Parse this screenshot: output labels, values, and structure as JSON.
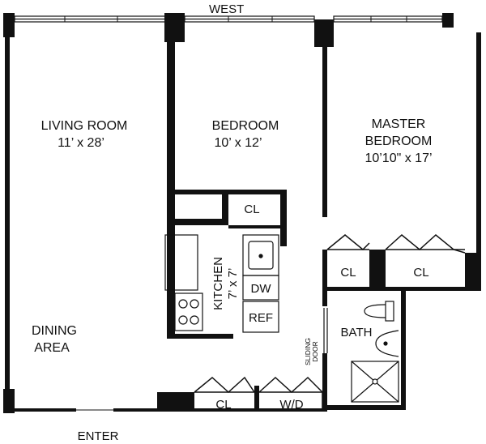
{
  "compass": {
    "west": "WEST"
  },
  "entrance": {
    "label": "ENTER"
  },
  "rooms": {
    "living_room": {
      "name": "LIVING ROOM",
      "size": "11’ x 28’"
    },
    "bedroom": {
      "name": "BEDROOM",
      "size": "10’ x 12’"
    },
    "master_bedroom": {
      "name_line1": "MASTER",
      "name_line2": "BEDROOM",
      "size": "10’10\" x 17’"
    },
    "kitchen": {
      "name": "KITCHEN",
      "size": "7’ x 7’"
    },
    "dining_area": {
      "name_line1": "DINING",
      "name_line2": "AREA"
    },
    "bath": {
      "name": "BATH"
    }
  },
  "fixtures": {
    "closet_label": "CL",
    "dishwasher": "DW",
    "refrigerator": "REF",
    "washer_dryer": "W/D",
    "sliding_door_line1": "SLIDING",
    "sliding_door_line2": "DOOR"
  },
  "colors": {
    "wall": "#111111",
    "background": "#ffffff"
  }
}
